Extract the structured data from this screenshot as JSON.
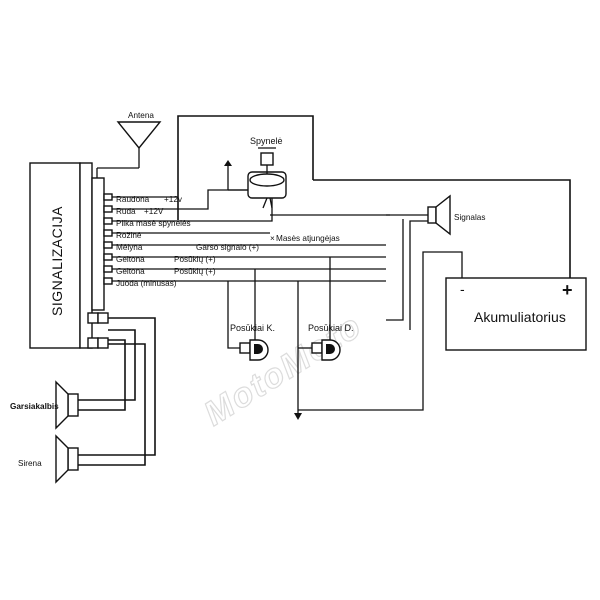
{
  "labels": {
    "alarm_unit": "SIGNALIZACIJA",
    "antenna": "Antena",
    "lock": "Spynelė",
    "ground_disconnect": "Masės atjungėjas",
    "horn": "Signalas",
    "battery": "Akumuliatorius",
    "battery_minus": "-",
    "battery_plus": "+",
    "turn_left": "Posūkiai K.",
    "turn_right": "Posūkiai D.",
    "speaker": "Garsiakalbis",
    "siren": "Sirena",
    "watermark": "MotoMoto"
  },
  "wires": [
    {
      "color": "Raudona",
      "function": "+12v"
    },
    {
      "color": "Ruda",
      "function": "+12V"
    },
    {
      "color": "Pilka masė spynelės",
      "function": ""
    },
    {
      "color": "Rožinė",
      "function": ""
    },
    {
      "color": "Mėlyna",
      "function": "Garso signalo (+)"
    },
    {
      "color": "Geltona",
      "function": "Posūkių (+)"
    },
    {
      "color": "Geltona",
      "function": "Posūkių (+)"
    },
    {
      "color": "Juoda (minusas)",
      "function": ""
    }
  ]
}
